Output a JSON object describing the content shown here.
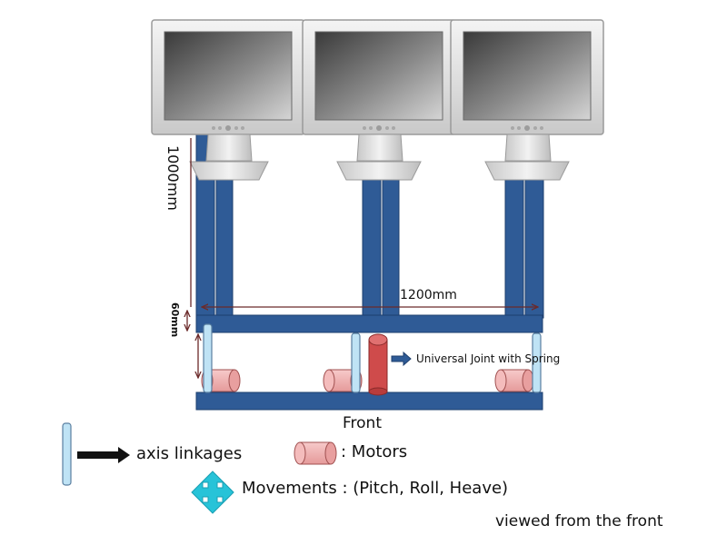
{
  "dimensions": {
    "height": "1000mm",
    "width": "1200mm",
    "gap": "60mm"
  },
  "labels": {
    "universal_joint": "Universal Joint with Spring",
    "front": "Front",
    "view_note": "viewed from the front"
  },
  "legend": {
    "axis_linkages": "axis linkages",
    "motors": ": Motors",
    "movements": "Movements : (Pitch, Roll, Heave)"
  },
  "colors": {
    "frame_blue": "#2f5b96",
    "frame_dark": "#1e3f6e",
    "linkage_fill": "#bfe3f5",
    "linkage_stroke": "#5a7fa0",
    "motor_fill": "#f0b1b1",
    "motor_stroke": "#a05050",
    "joint_red": "#cf4b4b",
    "movement_cyan": "#27c3d8",
    "dimension_line": "#6b2a2a"
  },
  "icons": {
    "monitor": "monitor-icon",
    "movement": "four-way-arrow-icon",
    "arrow": "right-arrow-icon"
  }
}
